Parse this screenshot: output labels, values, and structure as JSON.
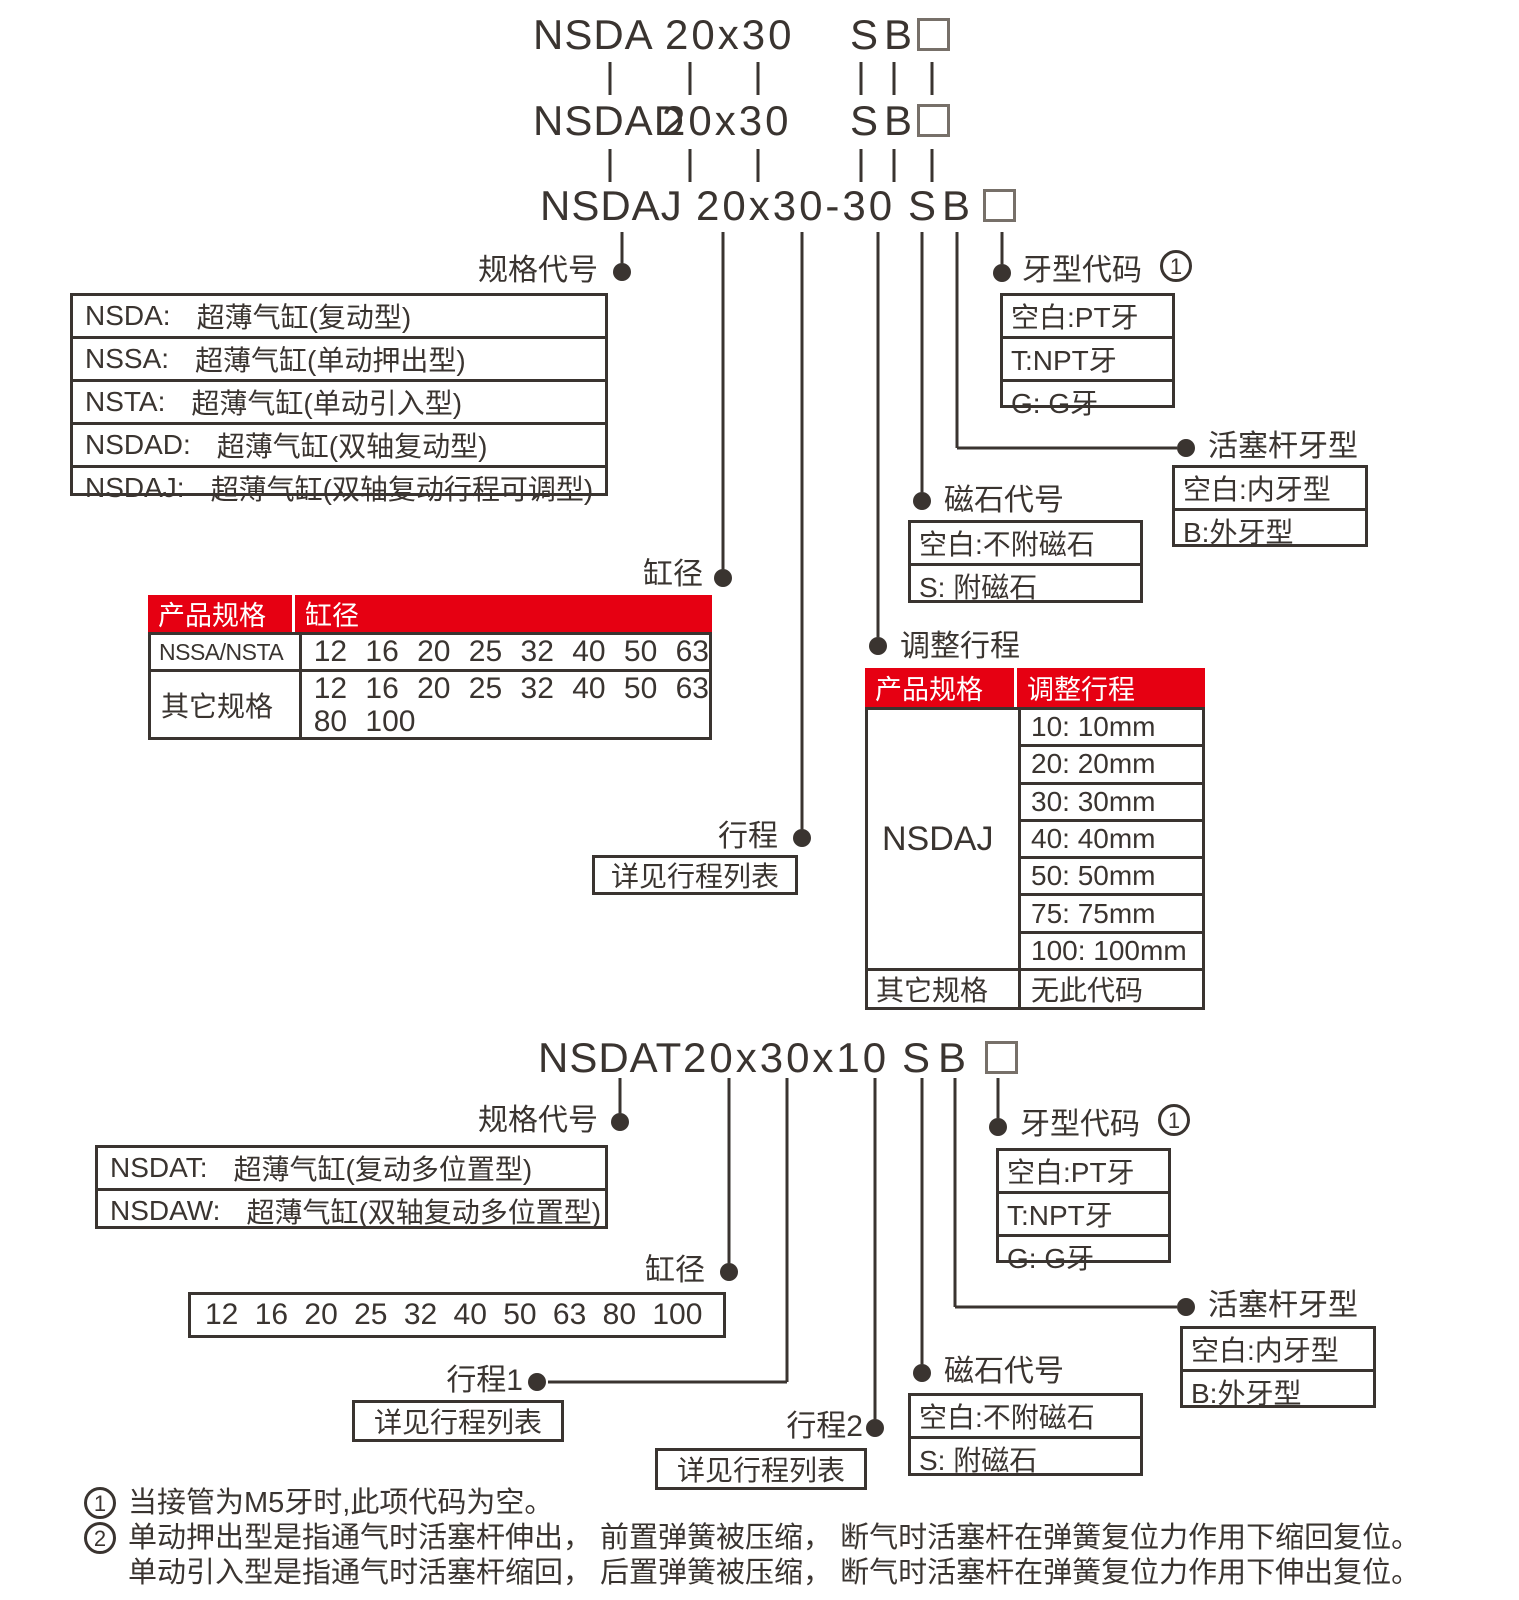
{
  "colors": {
    "accent_red": "#e60012",
    "ink": "#3a3430"
  },
  "top": {
    "models": [
      {
        "code": "NSDA",
        "size": "20x30",
        "magnet": "S",
        "rod": "B"
      },
      {
        "code": "NSDAD",
        "size": "20x30",
        "magnet": "S",
        "rod": "B"
      },
      {
        "code": "NSDAJ",
        "size": "20x30-30",
        "magnet": "S",
        "rod": "B"
      }
    ],
    "labels": {
      "spec": "规格代号",
      "bore": "缸径",
      "stroke": "行程",
      "adjust": "调整行程",
      "magnet": "磁石代号",
      "rod": "活塞杆牙型",
      "thread": "牙型代码",
      "thread_note": "1"
    },
    "spec_table": [
      {
        "code": "NSDA:",
        "desc": "超薄气缸(复动型)"
      },
      {
        "code": "NSSA:",
        "desc": "超薄气缸(单动押出型)"
      },
      {
        "code": "NSTA:",
        "desc": "超薄气缸(单动引入型)"
      },
      {
        "code": "NSDAD:",
        "desc": "超薄气缸(双轴复动型)"
      },
      {
        "code": "NSDAJ:",
        "desc": "超薄气缸(双轴复动行程可调型)"
      }
    ],
    "thread_table": [
      "空白:PT牙",
      "T:NPT牙",
      "G: G牙"
    ],
    "rod_table": [
      "空白:内牙型",
      "B:外牙型"
    ],
    "magnet_table": [
      "空白:不附磁石",
      "S: 附磁石"
    ],
    "stroke_box": "详见行程列表",
    "bore_table": {
      "header_spec": "产品规格",
      "header_bore": "缸径",
      "row1_spec": "NSSA/NSTA",
      "row1_bores": "12 16 20 25 32 40 50 63",
      "row2_spec": "其它规格",
      "row2_bores_a": "12 16 20 25 32 40 50 63",
      "row2_bores_b": "80 100"
    },
    "adjust_table": {
      "header_spec": "产品规格",
      "header_adjust": "调整行程",
      "group": "NSDAJ",
      "options": [
        "10: 10mm",
        "20: 20mm",
        "30: 30mm",
        "40: 40mm",
        "50: 50mm",
        "75: 75mm",
        "100: 100mm"
      ],
      "other_spec": "其它规格",
      "other_value": "无此代码"
    }
  },
  "bottom": {
    "model": {
      "code": "NSDAT",
      "size": "20x30x10",
      "magnet": "S",
      "rod": "B"
    },
    "labels": {
      "spec": "规格代号",
      "bore": "缸径",
      "stroke1": "行程1",
      "stroke2": "行程2",
      "magnet": "磁石代号",
      "rod": "活塞杆牙型",
      "thread": "牙型代码",
      "thread_note": "1"
    },
    "spec_table": [
      {
        "code": "NSDAT:",
        "desc": "超薄气缸(复动多位置型)"
      },
      {
        "code": "NSDAW:",
        "desc": "超薄气缸(双轴复动多位置型)"
      }
    ],
    "bore_box": "12 16 20 25 32 40 50 63 80 100",
    "stroke_box1": "详见行程列表",
    "stroke_box2": "详见行程列表",
    "thread_table": [
      "空白:PT牙",
      "T:NPT牙",
      "G: G牙"
    ],
    "rod_table": [
      "空白:内牙型",
      "B:外牙型"
    ],
    "magnet_table": [
      "空白:不附磁石",
      "S: 附磁石"
    ]
  },
  "footnotes": {
    "n1_mark": "1",
    "n1_text": "当接管为M5牙时,此项代码为空。",
    "n2_mark": "2",
    "n2_line1": "单动押出型是指通气时活塞杆伸出， 前置弹簧被压缩， 断气时活塞杆在弹簧复位力作用下缩回复位。",
    "n2_line2": "单动引入型是指通气时活塞杆缩回， 后置弹簧被压缩， 断气时活塞杆在弹簧复位力作用下伸出复位。"
  }
}
